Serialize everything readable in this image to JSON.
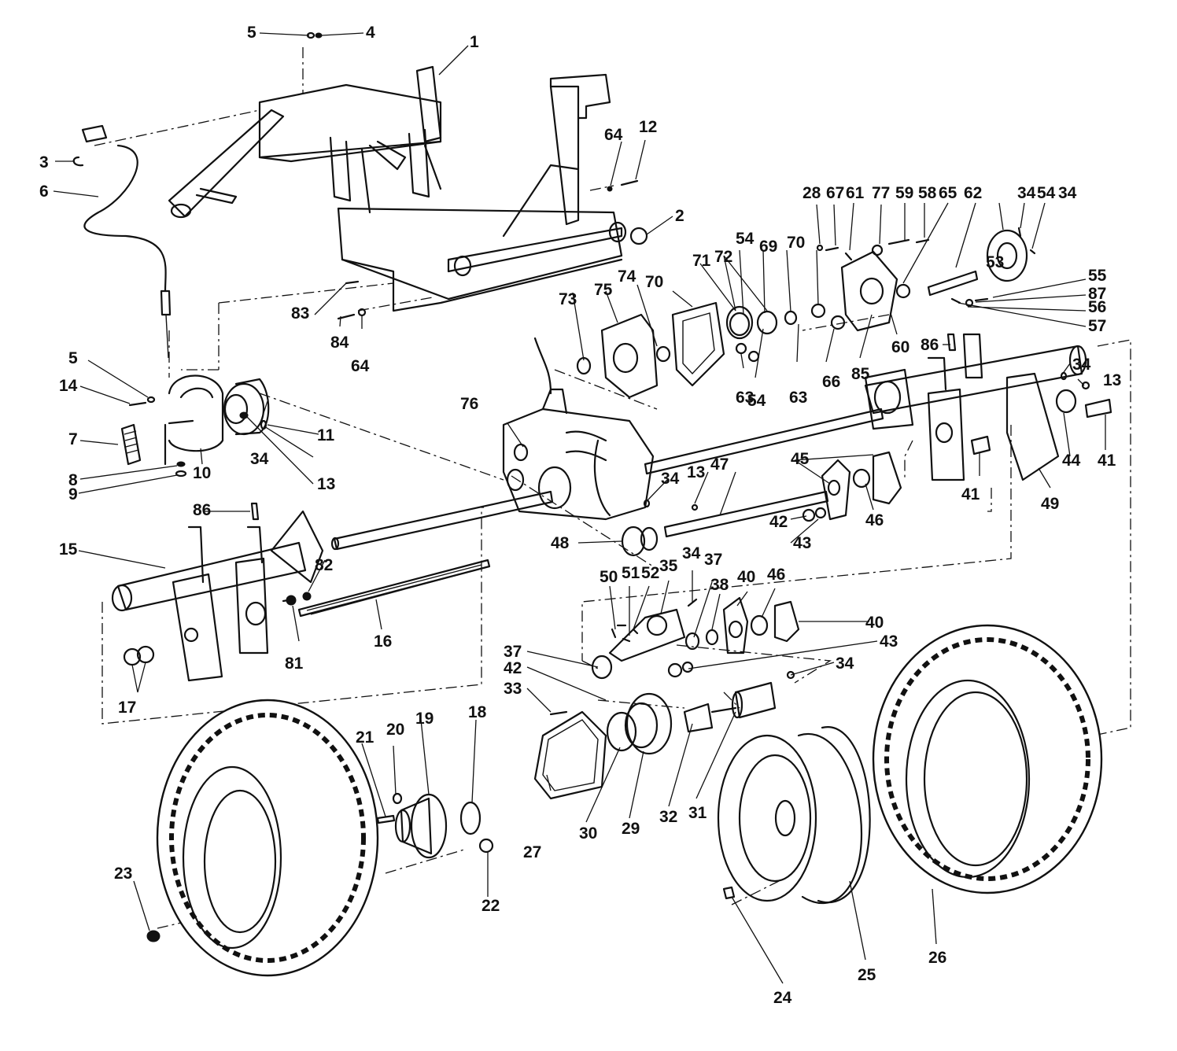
{
  "diagram": {
    "part_numbers": [
      "1",
      "2",
      "3",
      "4",
      "5",
      "5",
      "6",
      "7",
      "8",
      "9",
      "10",
      "11",
      "12",
      "13",
      "13",
      "13",
      "14",
      "15",
      "16",
      "17",
      "18",
      "19",
      "20",
      "21",
      "22",
      "23",
      "24",
      "25",
      "26",
      "27",
      "28",
      "29",
      "30",
      "31",
      "32",
      "33",
      "34",
      "34",
      "34",
      "34",
      "34",
      "34",
      "34",
      "35",
      "37",
      "37",
      "38",
      "40",
      "40",
      "41",
      "41",
      "42",
      "42",
      "43",
      "43",
      "44",
      "45",
      "46",
      "46",
      "47",
      "48",
      "49",
      "50",
      "51",
      "52",
      "53",
      "54",
      "54",
      "54",
      "55",
      "56",
      "57",
      "58",
      "59",
      "60",
      "61",
      "62",
      "63",
      "63",
      "64",
      "64",
      "65",
      "66",
      "67",
      "69",
      "70",
      "70",
      "71",
      "72",
      "73",
      "74",
      "75",
      "76",
      "77",
      "81",
      "82",
      "83",
      "84",
      "85",
      "86",
      "86",
      "87"
    ]
  }
}
